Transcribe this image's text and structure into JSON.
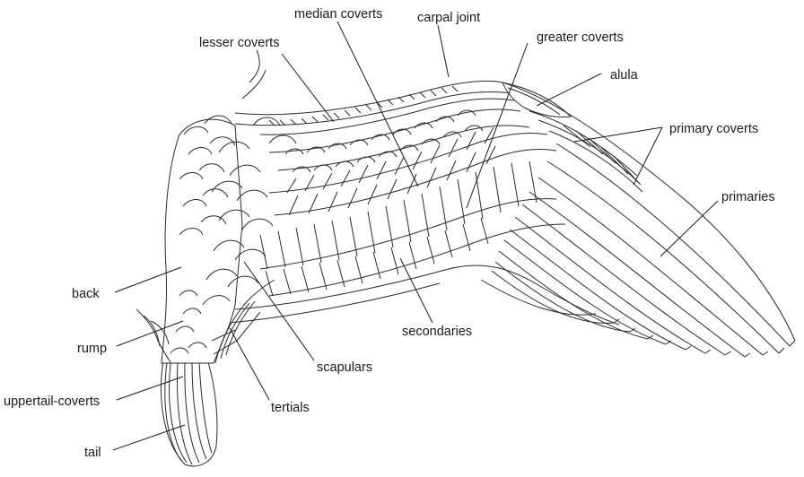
{
  "labels": {
    "median_coverts": "median coverts",
    "carpal_joint": "carpal joint",
    "lesser_coverts": "lesser coverts",
    "greater_coverts": "greater coverts",
    "alula": "alula",
    "primary_coverts": "primary coverts",
    "primaries": "primaries",
    "back": "back",
    "rump": "rump",
    "uppertail_coverts": "uppertail-coverts",
    "tail": "tail",
    "scapulars": "scapulars",
    "tertials": "tertials",
    "secondaries": "secondaries"
  },
  "colors": {
    "ink": "#2a2a2a",
    "text": "#1a1a1a",
    "background": "#ffffff"
  }
}
